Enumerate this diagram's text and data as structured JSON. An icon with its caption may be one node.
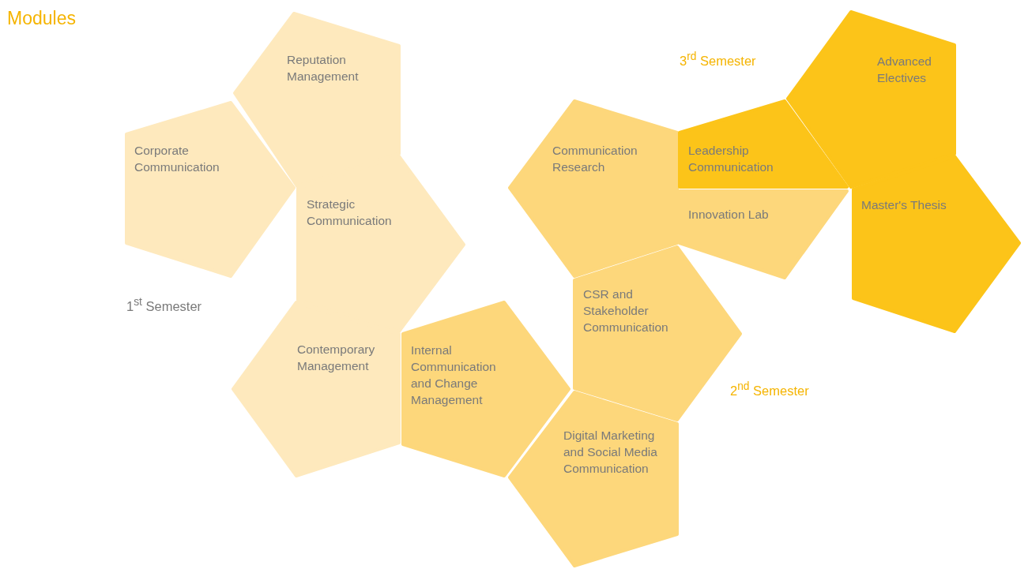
{
  "diagram": {
    "title": "Modules",
    "nodes": [
      {
        "text": [
          "Reputation Management"
        ]
      },
      {
        "text": [
          "Corporate Communication"
        ]
      },
      {
        "text": [
          "Strategic Communication"
        ]
      },
      {
        "text": [
          "Contemporary Management"
        ]
      },
      {
        "text": [
          "Internal Communication and Change Management"
        ]
      },
      {
        "text": [
          "CSR and Stakeholder Communication"
        ]
      },
      {
        "text": [
          "Digital Marketing and Social Media Communication"
        ]
      },
      {
        "text": [
          "Communication Research"
        ]
      },
      {
        "text": [
          "Leadership Communication"
        ]
      },
      {
        "text": [
          "Innovation Lab"
        ]
      },
      {
        "text": [
          "Advanced Electives"
        ]
      },
      {
        "text": [
          "Master's Thesis"
        ]
      }
    ],
    "edges": [],
    "labels": [
      "3$^{rd}$ Semester",
      "1$^{st}$ Semester",
      "2$^{nd}$ Semester"
    ]
  }
}
